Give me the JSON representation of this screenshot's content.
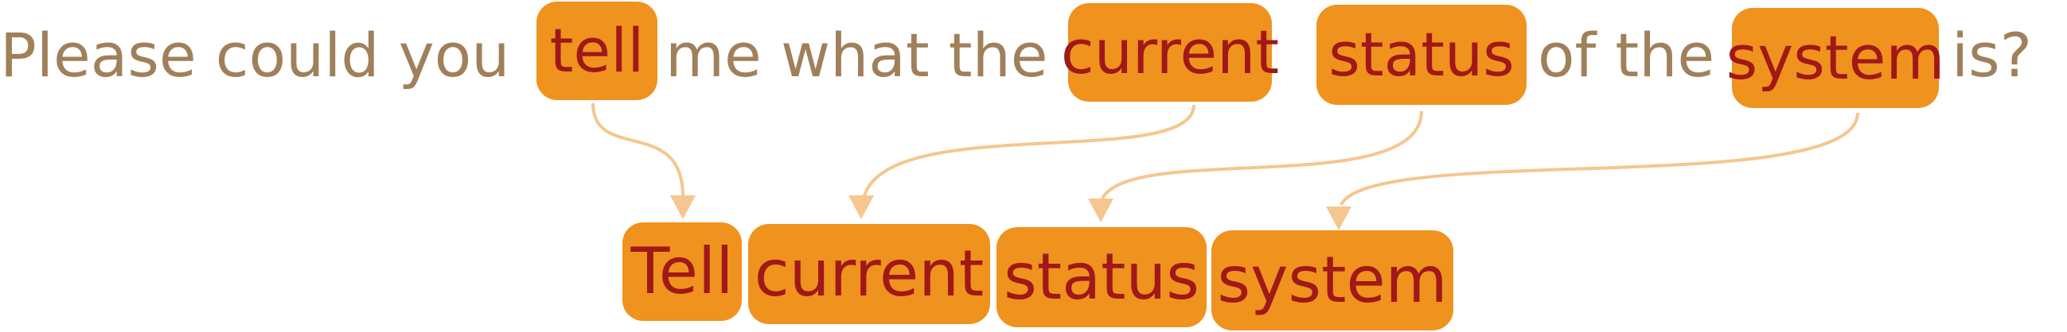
{
  "sentence": {
    "parts": [
      "Please could you",
      "tell",
      "me what the",
      "current",
      "status",
      "of the",
      "system",
      "is?"
    ]
  },
  "output": {
    "tokens": [
      "Tell",
      "current",
      "status",
      "system"
    ]
  },
  "colors": {
    "plain_text": "#a0805a",
    "box_fill": "#f0921e",
    "box_text": "#a01818",
    "arrow": "#f5c68f"
  }
}
